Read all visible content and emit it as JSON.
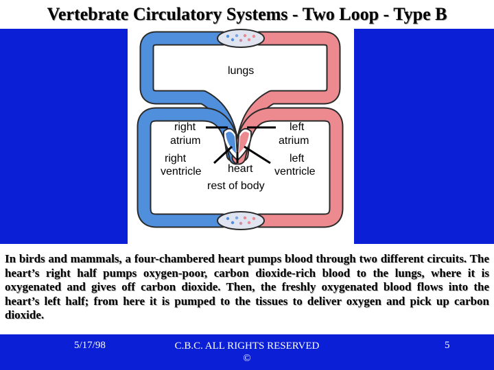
{
  "title": "Vertebrate Circulatory Systems - Two Loop - Type B",
  "diagram": {
    "labels": {
      "lungs": "lungs",
      "right_atrium_1": "right",
      "right_atrium_2": "atrium",
      "left_atrium_1": "left",
      "left_atrium_2": "atrium",
      "right_ventricle_1": "right",
      "right_ventricle_2": "ventricle",
      "left_ventricle_1": "left",
      "left_ventricle_2": "ventricle",
      "heart": "heart",
      "rest_of_body": "rest of body"
    },
    "colors": {
      "deoxygenated": "#4f8fdc",
      "oxygenated": "#ec8a8f",
      "outline": "#2a2a2a",
      "background_band": "#0a1fd6"
    }
  },
  "caption": "In birds and mammals, a four-chambered heart pumps blood through two different circuits. The heart’s right half pumps oxygen-poor, carbon dioxide-rich blood to the lungs, where it is oxygenated and gives off carbon dioxide. Then, the freshly oxygenated blood flows into the heart’s left half; from here it is pumped to the tissues to deliver oxygen and pick up carbon dioxide.",
  "footer": {
    "date": "5/17/98",
    "copyright_line1": "C.B.C. ALL RIGHTS RESERVED",
    "copyright_line2": "©",
    "page_number": "5"
  }
}
